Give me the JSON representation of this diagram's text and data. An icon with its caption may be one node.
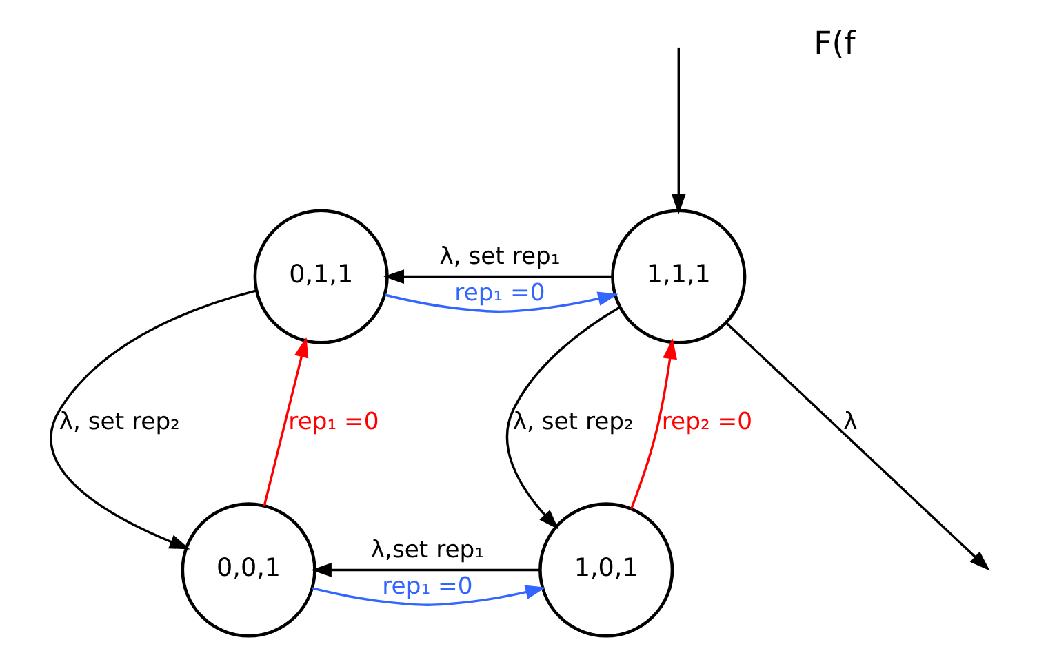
{
  "diagram": {
    "nodes": [
      {
        "text": [
          "1,1,1"
        ]
      },
      {
        "text": [
          "0,1,1"
        ]
      },
      {
        "text": [
          "1,0,1"
        ]
      },
      {
        "text": [
          "0,0,1"
        ]
      }
    ],
    "edges": [
      {
        "from": 0,
        "to": null,
        "arrow": "to",
        "label": "λ"
      },
      {
        "from": null,
        "to": 0,
        "arrow": "to"
      },
      {
        "from": 0,
        "to": 1,
        "arrow": "to",
        "label": "λ, set rep₁"
      },
      {
        "from": 1,
        "to": 0,
        "arrow": "to",
        "label": "rep₁ =0",
        "color": "#3366ff"
      },
      {
        "from": 0,
        "to": 2,
        "arrow": "to",
        "label": "λ, set rep₂"
      },
      {
        "from": 2,
        "to": 0,
        "arrow": "to",
        "label": "rep₂ =0",
        "color": "#ff0000"
      },
      {
        "from": 1,
        "to": 3,
        "arrow": "to",
        "label": "λ, set rep₂"
      },
      {
        "from": 3,
        "to": 1,
        "arrow": "to",
        "label": "rep₁ =0",
        "color": "#ff0000"
      },
      {
        "from": 2,
        "to": 3,
        "arrow": "to",
        "label": "λ,set rep₁"
      },
      {
        "from": 3,
        "to": 2,
        "arrow": "to",
        "label": "rep₁ =0",
        "color": "#3366ff"
      }
    ],
    "labels": [
      "F(f"
    ]
  }
}
